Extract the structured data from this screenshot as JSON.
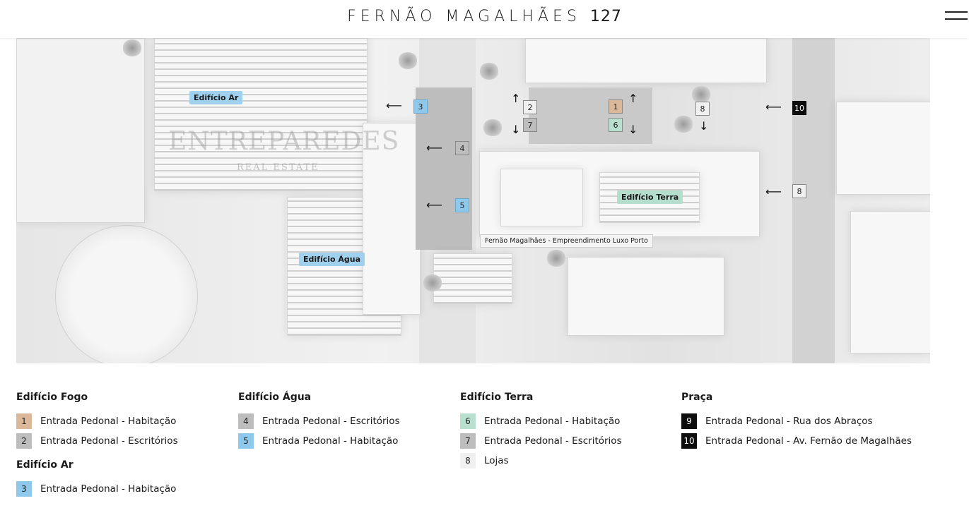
{
  "header": {
    "brand": "FERNÃO MAGALHÃES",
    "brand_number": "127"
  },
  "map": {
    "watermark": "ENTREPAREDES",
    "watermark_sub": "REAL ESTATE",
    "caption": "Fernão Magalhães - Empreendimento Luxo Porto",
    "building_labels": {
      "ar": "Edifício Ar",
      "agua": "Edifício Água",
      "terra": "Edifício Terra"
    },
    "markers": [
      "1",
      "2",
      "3",
      "4",
      "5",
      "6",
      "7",
      "8",
      "8",
      "10"
    ]
  },
  "legend": {
    "fogo": {
      "title": "Edifício Fogo",
      "items": [
        {
          "num": "1",
          "text": "Entrada Pedonal - Habitação"
        },
        {
          "num": "2",
          "text": "Entrada Pedonal - Escritórios"
        }
      ]
    },
    "ar": {
      "title": "Edifício Ar",
      "items": [
        {
          "num": "3",
          "text": "Entrada Pedonal - Habitação"
        }
      ]
    },
    "agua": {
      "title": "Edifício Água",
      "items": [
        {
          "num": "4",
          "text": "Entrada Pedonal - Escritórios"
        },
        {
          "num": "5",
          "text": "Entrada Pedonal - Habitação"
        }
      ]
    },
    "terra": {
      "title": "Edifício Terra",
      "items": [
        {
          "num": "6",
          "text": "Entrada Pedonal - Habitação"
        },
        {
          "num": "7",
          "text": "Entrada Pedonal - Escritórios"
        },
        {
          "num": "8",
          "text": "Lojas"
        }
      ]
    },
    "praca": {
      "title": "Praça",
      "items": [
        {
          "num": "9",
          "text": "Entrada Pedonal - Rua dos Abraços"
        },
        {
          "num": "10",
          "text": "Entrada Pedonal - Av. Fernão de Magalhães"
        }
      ]
    }
  },
  "colors": {
    "fogo": "#dcb89a",
    "gray": "#bdbdbd",
    "blue": "#8ec8ea",
    "green": "#b9e0cf",
    "light": "#f0f0f0",
    "black": "#0d0d0d"
  }
}
